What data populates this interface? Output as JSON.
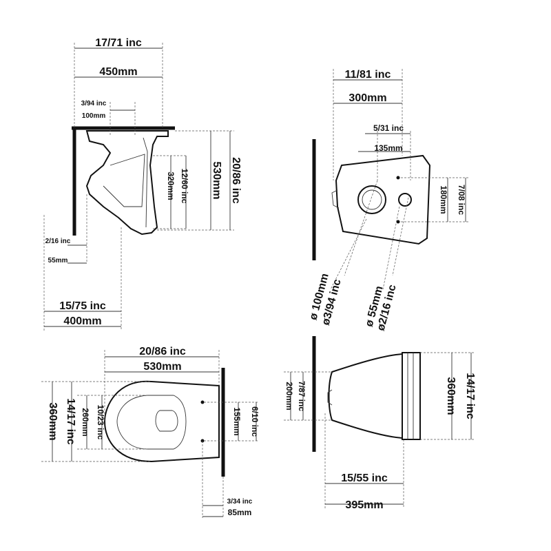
{
  "views": {
    "side": {
      "width_inc": "17/71 inc",
      "width_mm": "450mm",
      "outlet_inc": "3/94 inc",
      "outlet_mm": "100mm",
      "height_inc": "20/86 inc",
      "height_mm": "530mm",
      "inner_inc": "12/60 inc",
      "inner_mm": "320mm",
      "floor_inc": "2/16 inc",
      "floor_mm": "55mm",
      "projection_inc": "15/75 inc",
      "projection_mm": "400mm"
    },
    "back": {
      "width_inc": "11/81 inc",
      "width_mm": "300mm",
      "hole_spacing_inc": "5/31 inc",
      "hole_spacing_mm": "135mm",
      "height_inc": "7/08 inc",
      "height_mm": "180mm",
      "large_hole_inc": "ø3/94 inc",
      "large_hole_mm": "ø 100mm",
      "small_hole_inc": "ø2/16 inc",
      "small_hole_mm": "ø 55mm"
    },
    "top": {
      "length_inc": "20/86 inc",
      "length_mm": "530mm",
      "width_inc": "14/17 inc",
      "width_mm": "360mm",
      "inner_inc": "10/23 inc",
      "inner_mm": "260mm",
      "bolt_inc": "6/10 inc",
      "bolt_mm": "155mm",
      "offset_inc": "3/34 inc",
      "offset_mm": "85mm"
    },
    "bottom": {
      "outlet_inc": "7/87 inc",
      "outlet_mm": "200mm",
      "width_inc": "14/17 inc",
      "width_mm": "360mm",
      "length_inc": "15/55 inc",
      "length_mm": "395mm"
    }
  }
}
